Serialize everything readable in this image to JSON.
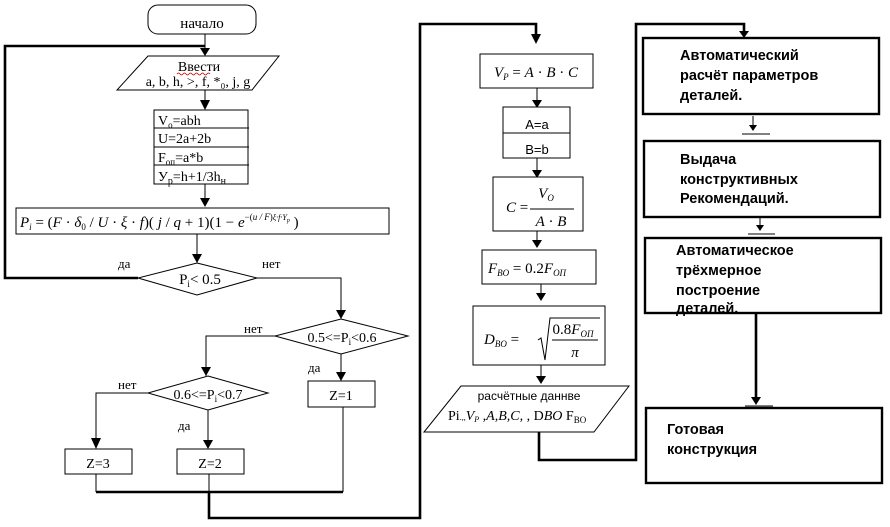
{
  "flowchart": {
    "start": "начало",
    "input": {
      "title": "Ввести",
      "params": "a, b, h, >, f, *₀, j, g"
    },
    "initial_calcs": [
      "Vo=abh",
      "U=2a+2b",
      "Fоп=a*b",
      "Уp=h+1/3hн"
    ],
    "pi_formula": "Pi = (F · δ0 / U · ξ · f)( j / q + 1)(1 − e^−(u / F)ξ·f·Yp )",
    "decisions": [
      {
        "condition": "Pi< 0.5",
        "yes": "да",
        "no": "нет"
      },
      {
        "condition": "0.5<=Pi<0.6",
        "yes": "да",
        "no": "нет"
      },
      {
        "condition": "0.6<=Pi<0.7",
        "yes": "да",
        "no": "нет"
      }
    ],
    "results": [
      "Z=1",
      "Z=2",
      "Z=3"
    ],
    "volume_formula": "VP = A · B · C",
    "ab_block": [
      "A=a",
      "B=b"
    ],
    "c_formula": {
      "lhs": "C =",
      "numerator": "VO",
      "denominator": "A · B"
    },
    "fbo_formula": "FBO = 0.2FОП",
    "dbo_formula": {
      "lhs": "DBO =",
      "numerator": "0.8FОП",
      "denominator": "π"
    },
    "output": {
      "title": "расчётные даннве",
      "values": "Pi,, VP , A,B,C,  , DBO FBO"
    },
    "stages": [
      [
        "Автоматический",
        "расчёт параметров",
        "деталей."
      ],
      [
        "Выдача",
        "конструктивных",
        "Рекомендаций."
      ],
      [
        "Автоматическое",
        "трёхмерное",
        "построение",
        "деталей."
      ],
      [
        "Готовая",
        "конструкция"
      ]
    ]
  }
}
